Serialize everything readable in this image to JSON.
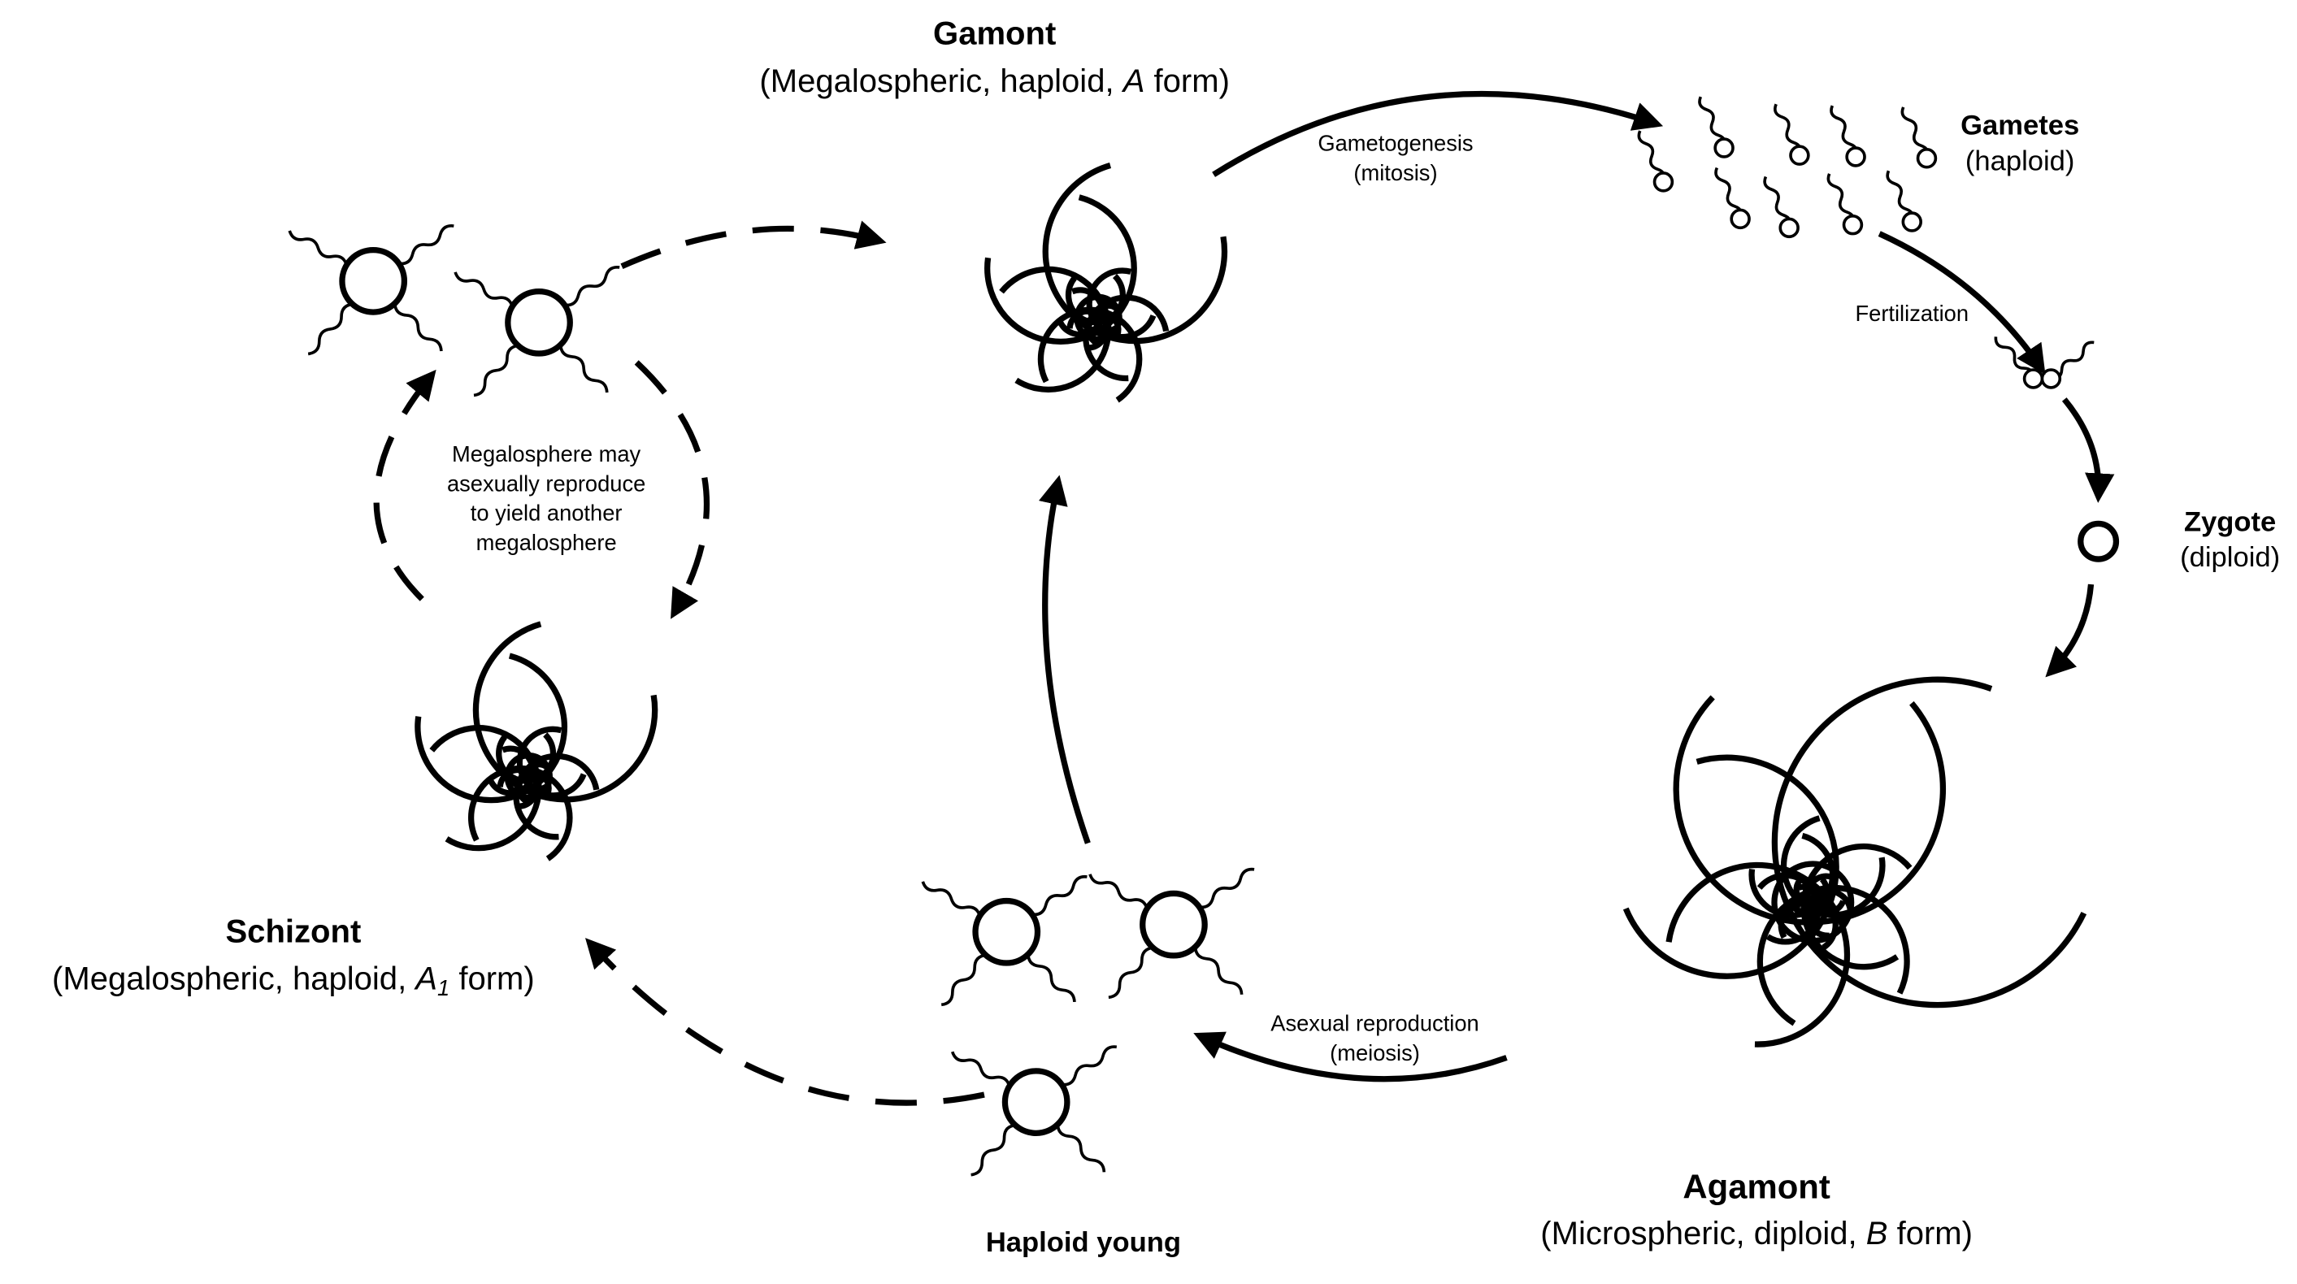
{
  "gamont": {
    "title": "Gamont",
    "sub_pre": "(Megalospheric, haploid, ",
    "sub_it": "A",
    "sub_post": " form)"
  },
  "gametes": {
    "title": "Gametes",
    "sub": "(haploid)"
  },
  "zygote": {
    "title": "Zygote",
    "sub": "(diploid)"
  },
  "agamont": {
    "title": "Agamont",
    "sub_pre": "(Microspheric, diploid, ",
    "sub_it": "B",
    "sub_post": " form)"
  },
  "schizont": {
    "title": "Schizont",
    "sub_pre": "(Megalospheric, haploid, ",
    "sub_it": "A",
    "sub_sub": "1",
    "sub_post": " form)"
  },
  "haploid_young": {
    "title": "Haploid young"
  },
  "arrows": {
    "gametogenesis": "Gametogenesis",
    "mitosis": "(mitosis)",
    "fertilization": "Fertilization",
    "asexual": "Asexual reproduction",
    "meiosis": "(meiosis)"
  },
  "note": {
    "lines": [
      "Megalosphere may",
      "asexually reproduce",
      "to yield another",
      "megalosphere"
    ]
  },
  "colors": {
    "stroke": "#000000",
    "background": "#ffffff"
  }
}
